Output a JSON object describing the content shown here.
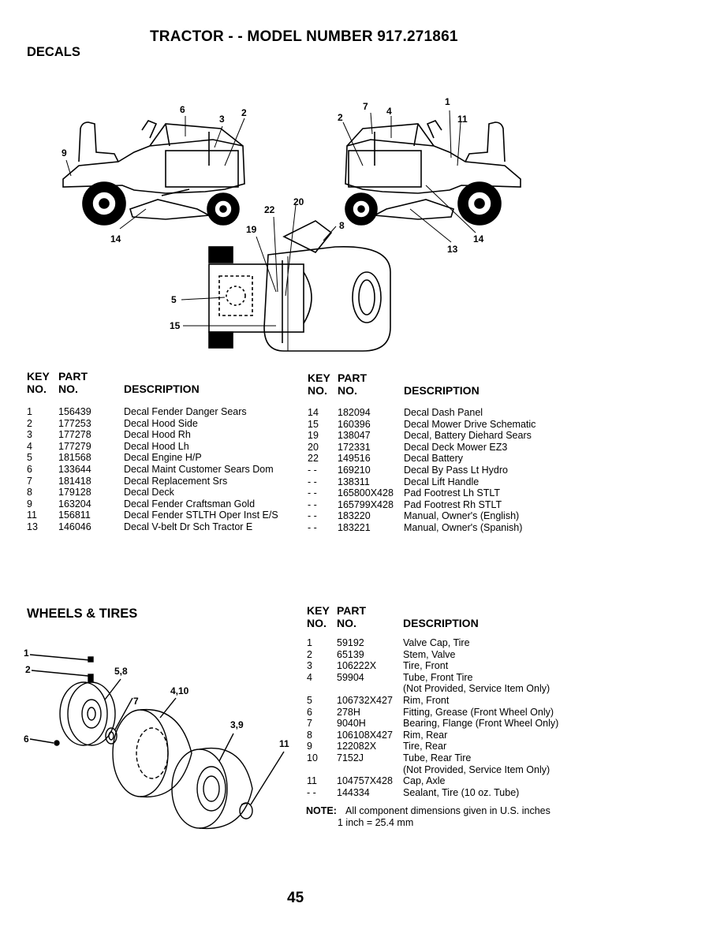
{
  "page": {
    "title": "TRACTOR - - MODEL NUMBER 917.271861",
    "page_number": "45"
  },
  "decals": {
    "heading": "DECALS",
    "callouts": [
      "6",
      "3",
      "2",
      "9",
      "14",
      "7",
      "2",
      "4",
      "1",
      "11",
      "14",
      "13",
      "20",
      "22",
      "19",
      "8",
      "5",
      "15"
    ],
    "header": {
      "key_top": "KEY",
      "key_bottom": "NO.",
      "part_top": "PART",
      "part_bottom": "NO.",
      "desc": "DESCRIPTION"
    },
    "left_rows": [
      {
        "key": "1",
        "part": "156439",
        "desc": "Decal Fender Danger Sears"
      },
      {
        "key": "2",
        "part": "177253",
        "desc": "Decal Hood Side"
      },
      {
        "key": "3",
        "part": "177278",
        "desc": "Decal Hood Rh"
      },
      {
        "key": "4",
        "part": "177279",
        "desc": "Decal Hood Lh"
      },
      {
        "key": "5",
        "part": "181568",
        "desc": "Decal Engine H/P"
      },
      {
        "key": "6",
        "part": "133644",
        "desc": "Decal Maint Customer Sears Dom"
      },
      {
        "key": "7",
        "part": "181418",
        "desc": "Decal Replacement Srs"
      },
      {
        "key": "8",
        "part": "179128",
        "desc": "Decal Deck"
      },
      {
        "key": "9",
        "part": "163204",
        "desc": "Decal Fender Craftsman Gold"
      },
      {
        "key": "11",
        "part": "156811",
        "desc": "Decal Fender STLTH Oper Inst E/S"
      },
      {
        "key": "13",
        "part": "146046",
        "desc": "Decal V-belt Dr Sch Tractor E"
      }
    ],
    "right_rows": [
      {
        "key": "14",
        "part": "182094",
        "desc": "Decal Dash Panel"
      },
      {
        "key": "15",
        "part": "160396",
        "desc": "Decal Mower Drive Schematic"
      },
      {
        "key": "19",
        "part": "138047",
        "desc": "Decal, Battery Diehard Sears"
      },
      {
        "key": "20",
        "part": "172331",
        "desc": "Decal Deck Mower EZ3"
      },
      {
        "key": "22",
        "part": "149516",
        "desc": "Decal Battery"
      },
      {
        "key": "- -",
        "part": "169210",
        "desc": "Decal By Pass Lt Hydro"
      },
      {
        "key": "- -",
        "part": "138311",
        "desc": "Decal Lift Handle"
      },
      {
        "key": "- -",
        "part": "165800X428",
        "desc": "Pad Footrest Lh STLT"
      },
      {
        "key": "- -",
        "part": "165799X428",
        "desc": "Pad Footrest Rh STLT"
      },
      {
        "key": "- -",
        "part": "183220",
        "desc": "Manual, Owner's (English)"
      },
      {
        "key": "- -",
        "part": "183221",
        "desc": "Manual, Owner's (Spanish)"
      }
    ]
  },
  "wheels": {
    "heading": "WHEELS & TIRES",
    "callouts": [
      "1",
      "2",
      "5,8",
      "4,10",
      "7",
      "3,9",
      "6",
      "11"
    ],
    "header": {
      "key_top": "KEY",
      "key_bottom": "NO.",
      "part_top": "PART",
      "part_bottom": "NO.",
      "desc": "DESCRIPTION"
    },
    "rows": [
      {
        "key": "1",
        "part": "59192",
        "desc": "Valve Cap, Tire"
      },
      {
        "key": "2",
        "part": "65139",
        "desc": "Stem, Valve"
      },
      {
        "key": "3",
        "part": "106222X",
        "desc": "Tire, Front"
      },
      {
        "key": "4",
        "part": "59904",
        "desc": "Tube, Front Tire"
      },
      {
        "key": "",
        "part": "",
        "desc": "(Not Provided, Service Item Only)"
      },
      {
        "key": "5",
        "part": "106732X427",
        "desc": "Rim, Front"
      },
      {
        "key": "6",
        "part": "278H",
        "desc": "Fitting, Grease (Front Wheel Only)"
      },
      {
        "key": "7",
        "part": "9040H",
        "desc": "Bearing, Flange (Front Wheel Only)"
      },
      {
        "key": "8",
        "part": "106108X427",
        "desc": "Rim, Rear"
      },
      {
        "key": "9",
        "part": "122082X",
        "desc": "Tire, Rear"
      },
      {
        "key": "10",
        "part": "7152J",
        "desc": "Tube, Rear Tire"
      },
      {
        "key": "",
        "part": "",
        "desc": "(Not Provided, Service Item Only)"
      },
      {
        "key": "11",
        "part": "104757X428",
        "desc": "Cap, Axle"
      },
      {
        "key": "- -",
        "part": "144334",
        "desc": "Sealant, Tire (10 oz. Tube)"
      }
    ],
    "note_label": "NOTE:",
    "note_line1": "All component dimensions given in U.S. inches",
    "note_line2": "1 inch = 25.4 mm"
  }
}
